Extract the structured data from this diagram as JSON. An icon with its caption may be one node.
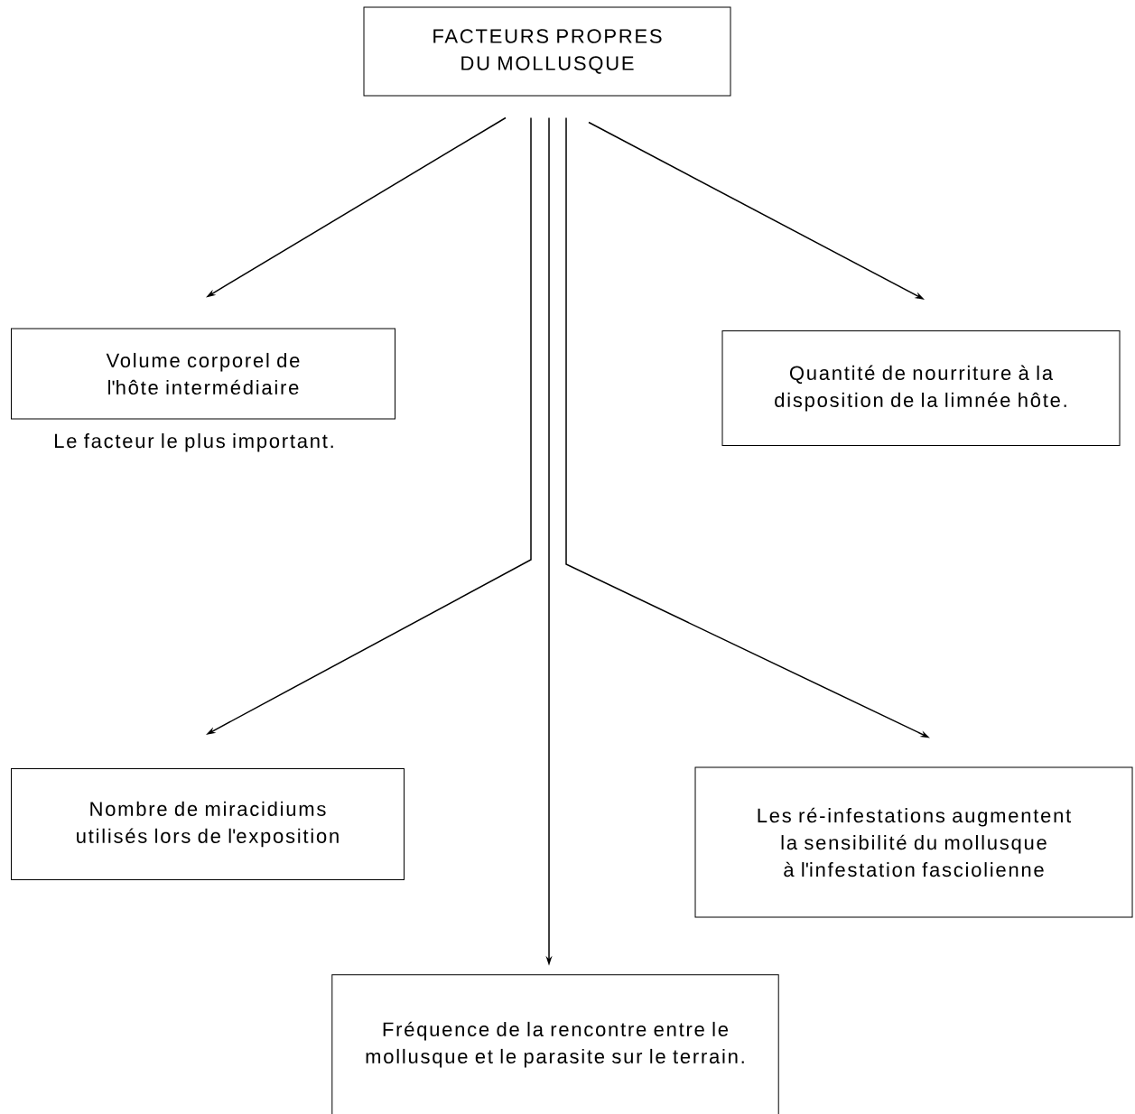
{
  "diagram": {
    "nodes": [
      {
        "text": [
          "FACTEURS PROPRES DU MOLLUSQUE"
        ]
      },
      {
        "text": [
          "Volume corporel de l'hôte intermédiaire"
        ],
        "beside": [
          "Le facteur le plus important."
        ]
      },
      {
        "text": [
          "Quantité de nourriture à la disposition de la limnée hôte."
        ]
      },
      {
        "text": [
          "Nombre de miracidiums utilisés lors de l'exposition"
        ]
      },
      {
        "text": [
          "Les ré-infestations augmentent la sensibilité du mollusque à l'infestation fasciolienne"
        ]
      },
      {
        "text": [
          "Fréquence de la rencontre entre le mollusque et le parasite sur le terrain."
        ]
      }
    ],
    "edges": [
      {
        "from": 0,
        "to": 1,
        "arrow": "to"
      },
      {
        "from": 0,
        "to": 2,
        "arrow": "to"
      },
      {
        "from": 0,
        "to": 3,
        "arrow": "to"
      },
      {
        "from": 0,
        "to": 4,
        "arrow": "to"
      },
      {
        "from": 0,
        "to": 5,
        "arrow": "to"
      }
    ]
  }
}
